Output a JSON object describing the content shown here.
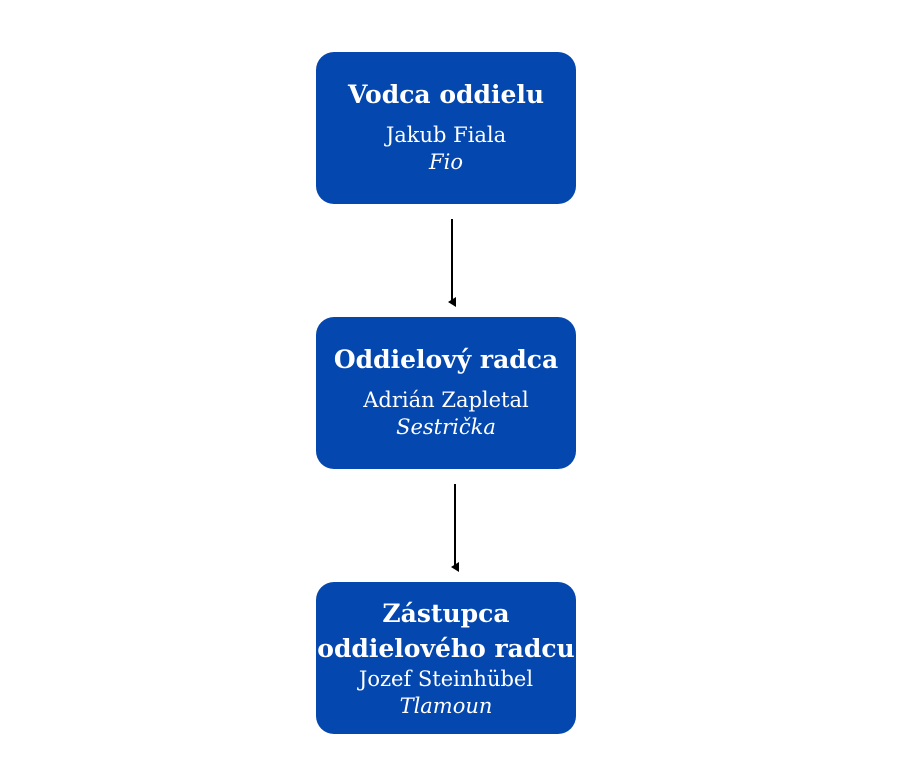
{
  "diagram": {
    "nodes": [
      {
        "title_lines": [
          "Vodca oddielu"
        ],
        "name": "Jakub Fiala",
        "nickname": "Fio"
      },
      {
        "title_lines": [
          "Oddielový radca"
        ],
        "name": "Adrián Zapletal",
        "nickname": "Sestrička"
      },
      {
        "title_lines": [
          "Zástupca",
          "oddielového radcu"
        ],
        "name": "Jozef Steinhübel",
        "nickname": "Tlamoun"
      }
    ],
    "edges": [
      {
        "from": 0,
        "to": 1
      },
      {
        "from": 1,
        "to": 2
      }
    ],
    "colors": {
      "node_fill": "#0447ae",
      "node_text": "#ffffff",
      "edge": "#000000"
    }
  }
}
